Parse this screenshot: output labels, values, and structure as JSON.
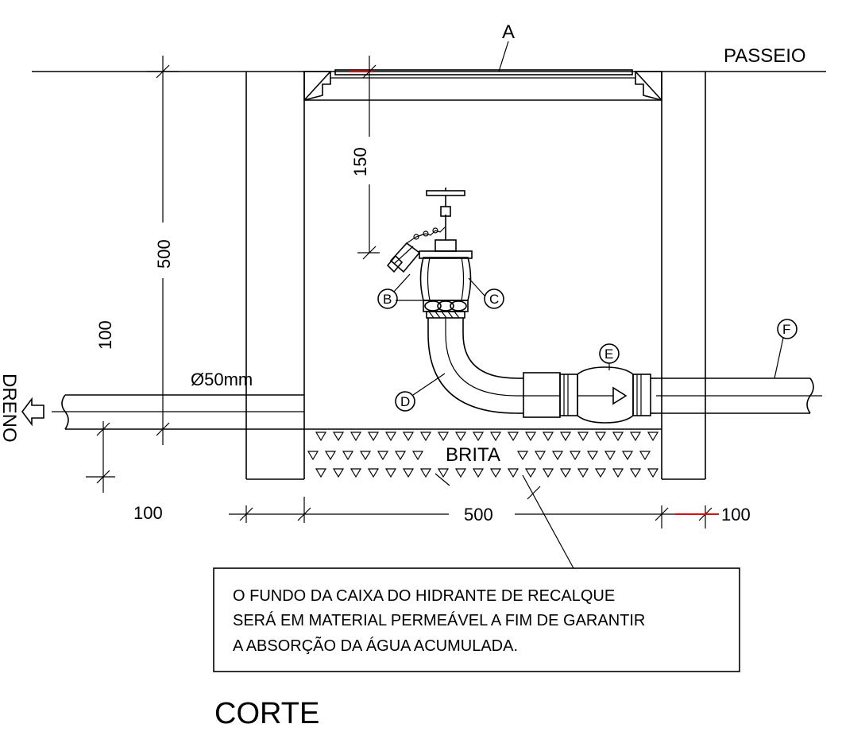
{
  "labels": {
    "a": "A",
    "b": "B",
    "c": "C",
    "d": "D",
    "e": "E",
    "f": "F",
    "passeio": "PASSEIO",
    "dreno": "DRENO",
    "brita": "BRITA",
    "pipe_diameter": "Ø50mm"
  },
  "dimensions": {
    "v_150": "150",
    "v_500": "500",
    "v_100": "100",
    "h_100_left": "100",
    "h_500": "500",
    "h_100_right": "100"
  },
  "note": {
    "line1": "O FUNDO DA CAIXA DO HIDRANTE DE RECALQUE",
    "line2": "SERÁ EM MATERIAL PERMEÁVEL A FIM DE GARANTIR",
    "line3": "A ABSORÇÃO DA ÁGUA ACUMULADA."
  },
  "title": "CORTE",
  "colors": {
    "line": "#000000",
    "accent": "#ff0000"
  }
}
